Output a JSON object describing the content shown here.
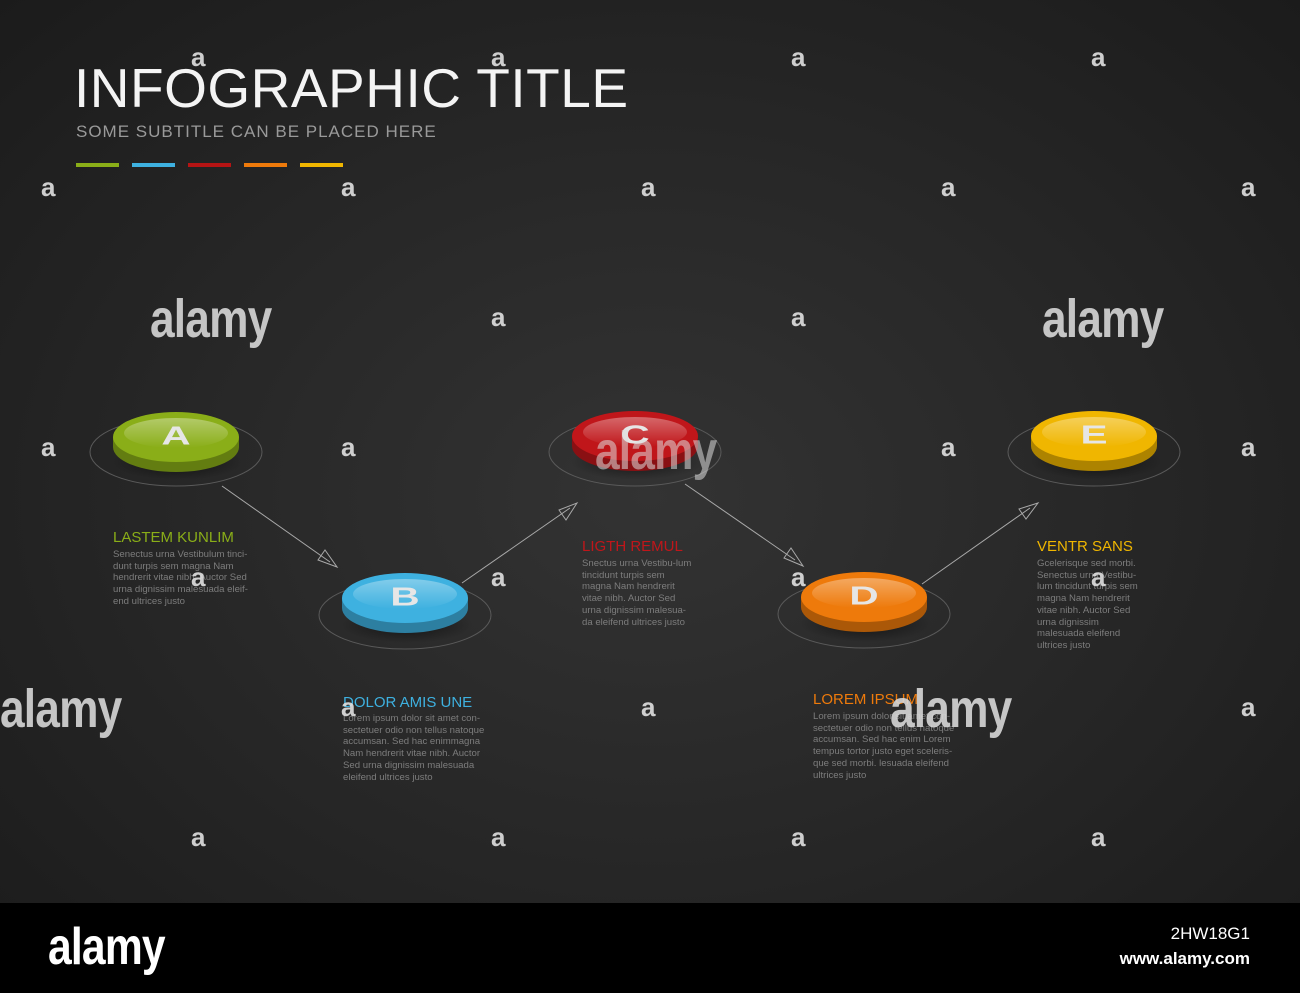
{
  "header": {
    "title": "INFOGRAPHIC TITLE",
    "subtitle": "SOME SUBTITLE CAN BE PLACED HERE",
    "swatch_colors": [
      "#8aae18",
      "#3eb1e0",
      "#b51414",
      "#ee7a0b",
      "#f0b600"
    ]
  },
  "steps": [
    {
      "letter": "A",
      "title": "LASTEM KUNLIM",
      "color": "#8aae18",
      "desc": "Senectus urna Vestibulum tinci-dunt turpis sem magna Nam hendrerit vitae nibh. Auctor Sed urna dignissim malesuada eleif-end ultrices justo"
    },
    {
      "letter": "B",
      "title": "DOLOR AMIS UNE",
      "color": "#3eb1e0",
      "desc": "Lorem ipsum dolor sit amet con-sectetuer odio non tellus natoque accumsan. Sed hac enimmagna Nam hendrerit vitae nibh. Auctor Sed urna dignissim malesuada eleifend ultrices justo"
    },
    {
      "letter": "C",
      "title": "LIGTH REMUL",
      "color": "#c0161a",
      "desc": "Snectus urna Vestibu-lum tincidunt turpis sem magna Nam hendrerit vitae nibh. Auctor Sed urna dignissim malesua-da eleifend ultrices justo"
    },
    {
      "letter": "D",
      "title": "LOREM IPSUM",
      "color": "#ee7a0b",
      "desc": "Lorem ipsum dolor sit amet con-sectetuer odio non tellus natoque accumsan. Sed hac enim Lorem tempus tortor justo eget sceleris-que sed morbi. lesuada eleifend ultrices justo"
    },
    {
      "letter": "E",
      "title": "VENTR SANS",
      "color": "#f0b600",
      "desc": "Gcelerisque sed morbi. Senectus urna Vestibu-lum tincidunt turpis sem magna Nam hendrerit vitae nibh. Auctor Sed urna dignissim malesuada eleifend ultrices justo"
    }
  ],
  "watermark": {
    "big": "alamy",
    "small": "a"
  },
  "footer": {
    "logo": "alamy",
    "image_id": "2HW18G1",
    "url": "www.alamy.com"
  }
}
